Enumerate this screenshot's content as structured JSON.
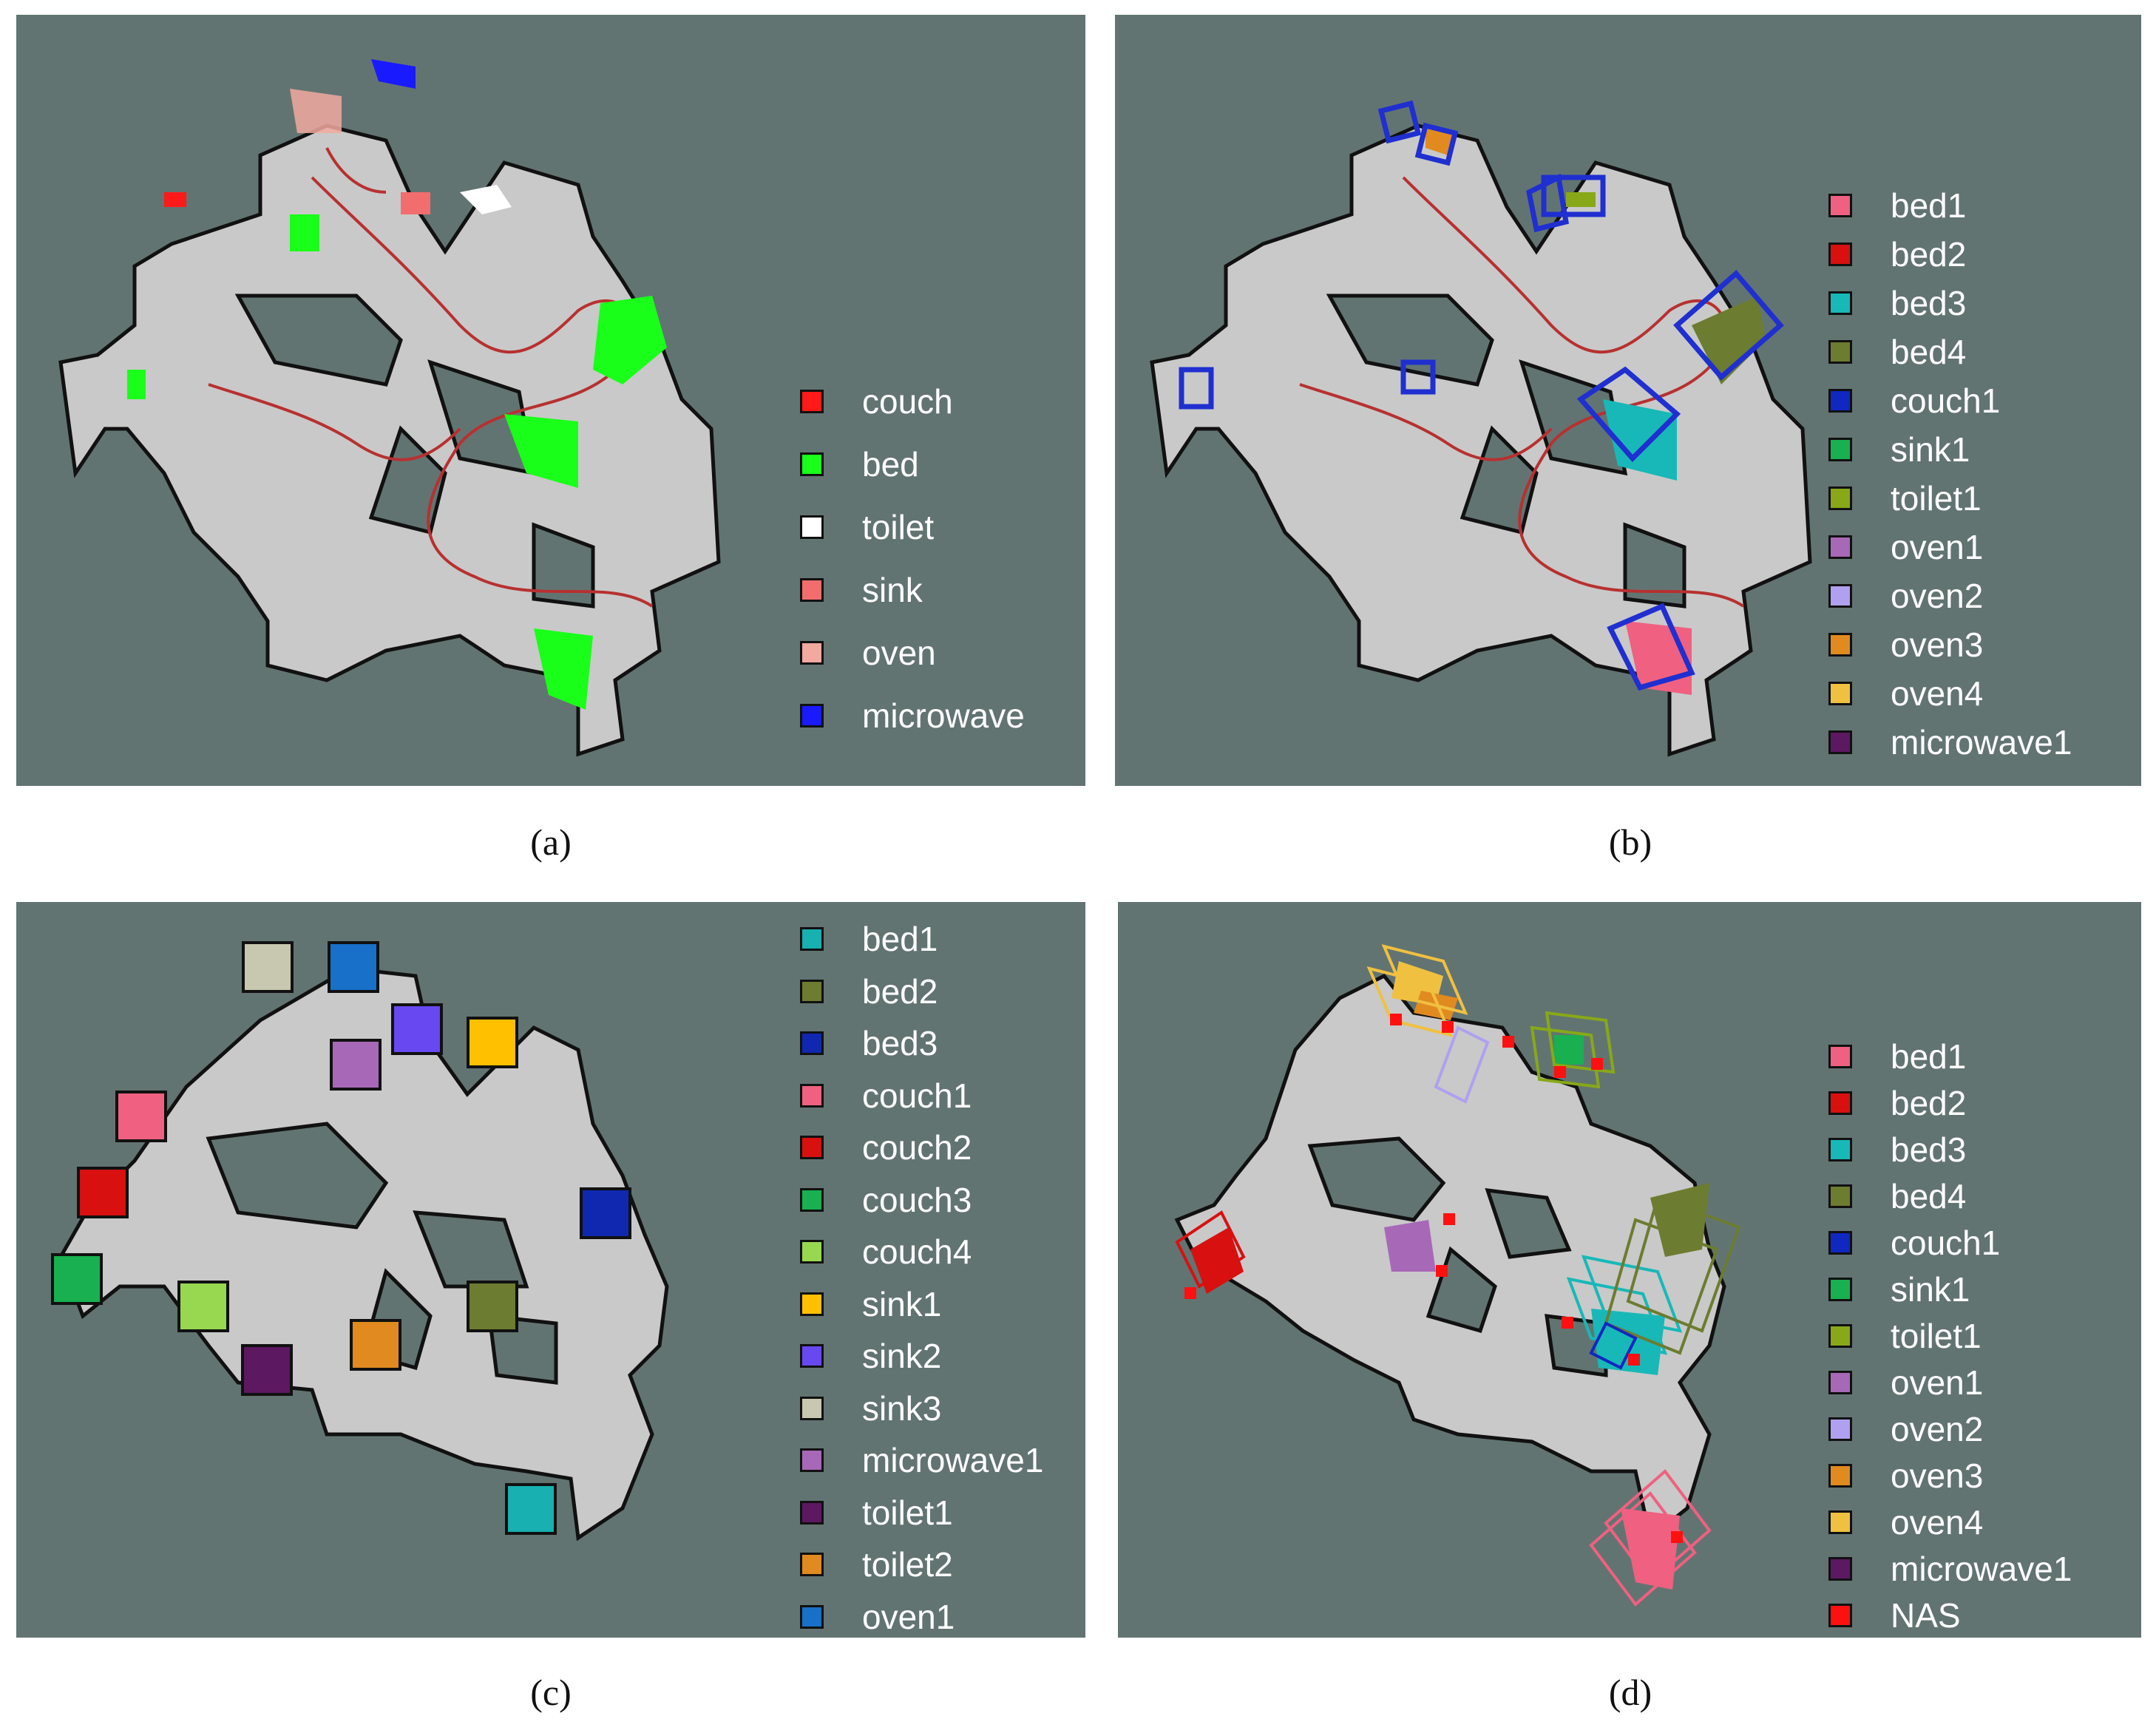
{
  "colors": {
    "panel_bg": "#627472",
    "floor": "#c9c9c9",
    "wall": "#111111",
    "trajectory": "#b83030"
  },
  "panels": [
    {
      "id": "a",
      "caption": "(a)",
      "legend": [
        {
          "label": "couch",
          "color": "#ff1a1a"
        },
        {
          "label": "bed",
          "color": "#19ff19"
        },
        {
          "label": "toilet",
          "color": "#ffffff"
        },
        {
          "label": "sink",
          "color": "#f26d6d"
        },
        {
          "label": "oven",
          "color": "#f2a99f"
        },
        {
          "label": "microwave",
          "color": "#1a1aff"
        }
      ]
    },
    {
      "id": "b",
      "caption": "(b)",
      "legend": [
        {
          "label": "bed1",
          "color": "#f06080"
        },
        {
          "label": "bed2",
          "color": "#d81010"
        },
        {
          "label": "bed3",
          "color": "#18b8b8"
        },
        {
          "label": "bed4",
          "color": "#6c7c30"
        },
        {
          "label": "couch1",
          "color": "#1028c0"
        },
        {
          "label": "sink1",
          "color": "#18b050"
        },
        {
          "label": "toilet1",
          "color": "#88a818"
        },
        {
          "label": "oven1",
          "color": "#a868b8"
        },
        {
          "label": "oven2",
          "color": "#b0a0f0"
        },
        {
          "label": "oven3",
          "color": "#e08a20"
        },
        {
          "label": "oven4",
          "color": "#f0c040"
        },
        {
          "label": "microwave1",
          "color": "#5c1860"
        }
      ]
    },
    {
      "id": "c",
      "caption": "(c)",
      "legend": [
        {
          "label": "bed1",
          "color": "#18b0b0"
        },
        {
          "label": "bed2",
          "color": "#6c7c30"
        },
        {
          "label": "bed3",
          "color": "#1028b0"
        },
        {
          "label": "couch1",
          "color": "#f06080"
        },
        {
          "label": "couch2",
          "color": "#d81010"
        },
        {
          "label": "couch3",
          "color": "#18b050"
        },
        {
          "label": "couch4",
          "color": "#98d850"
        },
        {
          "label": "sink1",
          "color": "#ffc000"
        },
        {
          "label": "sink2",
          "color": "#6848f0"
        },
        {
          "label": "sink3",
          "color": "#c8c8b0"
        },
        {
          "label": "microwave1",
          "color": "#a868b8"
        },
        {
          "label": "toilet1",
          "color": "#5c1860"
        },
        {
          "label": "toilet2",
          "color": "#e08a20"
        },
        {
          "label": "oven1",
          "color": "#1870c8"
        }
      ],
      "markers": [
        {
          "color": "#c8c8b0"
        },
        {
          "color": "#1870c8"
        },
        {
          "color": "#6848f0"
        },
        {
          "color": "#ffc000"
        },
        {
          "color": "#a868b8"
        },
        {
          "color": "#f06080"
        },
        {
          "color": "#d81010"
        },
        {
          "color": "#1028b0"
        },
        {
          "color": "#18b050"
        },
        {
          "color": "#98d850"
        },
        {
          "color": "#6c7c30"
        },
        {
          "color": "#e08a20"
        },
        {
          "color": "#5c1860"
        },
        {
          "color": "#18b0b0"
        }
      ]
    },
    {
      "id": "d",
      "caption": "(d)",
      "legend": [
        {
          "label": "bed1",
          "color": "#f06080"
        },
        {
          "label": "bed2",
          "color": "#d81010"
        },
        {
          "label": "bed3",
          "color": "#18b8b8"
        },
        {
          "label": "bed4",
          "color": "#6c7c30"
        },
        {
          "label": "couch1",
          "color": "#1028c0"
        },
        {
          "label": "sink1",
          "color": "#18b050"
        },
        {
          "label": "toilet1",
          "color": "#88a818"
        },
        {
          "label": "oven1",
          "color": "#a868b8"
        },
        {
          "label": "oven2",
          "color": "#b0a0f0"
        },
        {
          "label": "oven3",
          "color": "#e08a20"
        },
        {
          "label": "oven4",
          "color": "#f0c040"
        },
        {
          "label": "microwave1",
          "color": "#5c1860"
        },
        {
          "label": "NAS",
          "color": "#ff1010"
        }
      ]
    }
  ]
}
